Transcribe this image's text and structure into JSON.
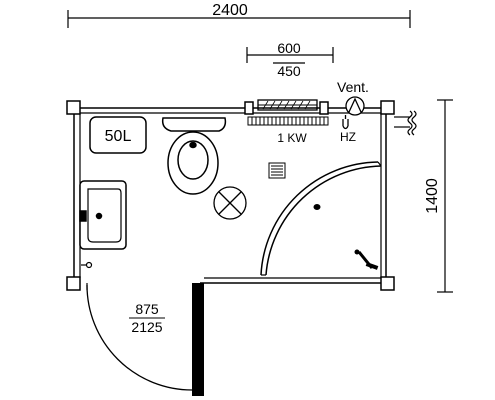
{
  "dimensions": {
    "width_total": "2400",
    "height_total": "1400",
    "window_upper": "600",
    "window_lower": "450",
    "door_upper": "875",
    "door_lower": "2125"
  },
  "fixtures": {
    "boiler_label": "50L",
    "radiator_label": "1 KW",
    "vent_label": "Vent.",
    "heater_label": "HZ"
  },
  "icons": [
    "toilet-icon",
    "washbasin-icon",
    "shower-tray-icon",
    "floor-drain-icon",
    "ceiling-light-icon",
    "radiator-icon",
    "fan-icon",
    "heating-pipes-icon",
    "door-swing-icon"
  ]
}
